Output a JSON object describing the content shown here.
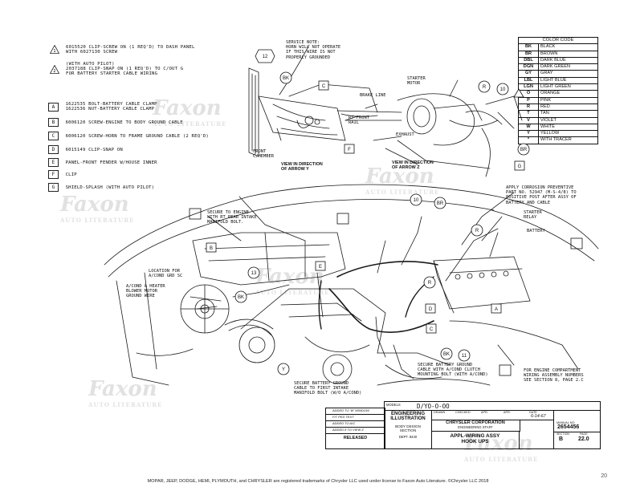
{
  "legend": [
    {
      "key": "1",
      "shape": "triangle",
      "lines": [
        "6015520 CLIP-SCREW ON (1 REQ'D) TO DASH PANEL",
        "WITH 6027130 SCREW"
      ]
    },
    {
      "key": "2",
      "shape": "triangle",
      "lines": [
        "(WITH AUTO PILOT)",
        "2037188 CLIP-SNAP ON (1 REQ'D) TO C/OUT G",
        "FOR BATTERY STARTER CABLE WIRING"
      ]
    },
    {
      "key": "A",
      "shape": "box",
      "lines": [
        "1622535 BOLT-BATTERY CABLE CLAMP",
        "1622536 NUT-BATTERY CABLE CLAMP"
      ]
    },
    {
      "key": "B",
      "shape": "box",
      "lines": [
        "6006120 SCREW-ENGINE TO BODY GROUND CABLE"
      ]
    },
    {
      "key": "C",
      "shape": "box",
      "lines": [
        "6006120 SCREW-HORN TO FRAME GROUND CABLE (2 REQ'D)"
      ]
    },
    {
      "key": "D",
      "shape": "box",
      "lines": [
        "6015149 CLIP-SNAP ON"
      ]
    },
    {
      "key": "E",
      "shape": "box",
      "lines": [
        "PANEL-FRONT FENDER W/HOUSE INNER"
      ]
    },
    {
      "key": "F",
      "shape": "box",
      "lines": [
        "CLIP"
      ]
    },
    {
      "key": "G",
      "shape": "box",
      "lines": [
        "SHIELD-SPLASH (WITH AUTO PILOT)"
      ]
    }
  ],
  "color_code": {
    "title": "COLOR CODE",
    "rows": [
      [
        "BK",
        "BLACK"
      ],
      [
        "BR",
        "BROWN"
      ],
      [
        "DBL",
        "DARK BLUE"
      ],
      [
        "DGN",
        "DARK GREEN"
      ],
      [
        "GY",
        "GRAY"
      ],
      [
        "LBL",
        "LIGHT BLUE"
      ],
      [
        "LGN",
        "LIGHT GREEN"
      ],
      [
        "O",
        "ORANGE"
      ],
      [
        "P",
        "PINK"
      ],
      [
        "R",
        "RED"
      ],
      [
        "T",
        "TAN"
      ],
      [
        "V",
        "VIOLET"
      ],
      [
        "W",
        "WHITE"
      ],
      [
        "Y",
        "YELLOW"
      ],
      [
        "*",
        "WITH TRACER"
      ]
    ]
  },
  "callouts": {
    "service_note": [
      "SERVICE NOTE:",
      "HORN WILL NOT OPERATE",
      "IF THIS WIRE IS NOT",
      "PROPERLY GROUNDED"
    ],
    "starter_motor": [
      "STARTER",
      "MOTOR"
    ],
    "brake_line": "BRAKE LINE",
    "rt_front_rail": [
      "RT FRONT",
      "RAIL"
    ],
    "exhaust": "EXHAUST",
    "front_cmember": [
      "FRONT",
      "C/MEMBER"
    ],
    "view_arrow_y": [
      "VIEW IN DIRECTION",
      "OF ARROW Y"
    ],
    "view_arrow_z": [
      "VIEW IN DIRECTION",
      "OF ARROW Z"
    ],
    "apply_corrosion": [
      "APPLY CORROSION PREVENTIVE",
      "PART NO. 52947 (M-S-4/8) TO",
      "POSITIVE POST AFTER ASSY OF",
      "BATTERY AND CABLE"
    ],
    "starter_relay": [
      "STARTER",
      "RELAY"
    ],
    "battery": "BATTERY",
    "secure_engine": [
      "SECURE TO ENGINE",
      "WITH RT REAR INTAKE",
      "MANIFOLD BOLT."
    ],
    "location_ac": [
      "LOCATION FOR",
      "A/COND GRD SC"
    ],
    "ac_heater": [
      "A/COND & HEATER",
      "BLOWER MOTOR",
      "GROUND WIRE"
    ],
    "secure_battery": [
      "SECURE BATTERY GROUND",
      "CABLE WITH A/COND CLUTCH",
      "MOUNTING BOLT (WITH A/COND)"
    ],
    "secure_battery2": [
      "SECURE BATTERY GROUND",
      "CABLE TO FIRST INTAKE",
      "MANIFOLD BOLT (W/O A/COND)"
    ],
    "engine_compartment": [
      "FOR ENGINE COMPARTMENT",
      "WIRING ASSEMBLY NUMBERS",
      "SEE SECTION 8, PAGE 2.C"
    ]
  },
  "circle_labels": {
    "bk": "BK",
    "r": "R",
    "br": "BR",
    "ten": "10",
    "eleven": "11",
    "twelve": "12",
    "thirteen": "13",
    "y": "Y"
  },
  "letter_labels": {
    "a": "A",
    "b": "B",
    "c": "C",
    "d": "D",
    "e": "E",
    "f": "F",
    "g": "G"
  },
  "title_block": {
    "model_label": "MODELS",
    "model": "D/YO-O-OO",
    "eng1": "ENGINEERING",
    "eng2": "ILLUSTRATION",
    "body": "BODY DESIGN",
    "section": "SECTION",
    "dept": "DEPT. 8440",
    "company": "CHRYSLER CORPORATION",
    "office": "ENGINEERING STAFF",
    "title1": "APPL-WIRING ASSY",
    "title2": "HOOK UPS",
    "drawn": "DRAWN",
    "checked": "CHECKED",
    "apr": "APR.",
    "date": "DATE",
    "date_val": "6-14-67",
    "manual": "MANUAL NO.",
    "manual_no": "2654456",
    "section_label": "SECTION",
    "page_label": "PAGE",
    "section_val": "B",
    "page_val": "22.0",
    "released": "RELEASED",
    "revisions": [
      "ADDED TO 'W' WINDOW",
      "F/T PED TEXT",
      "ADDED TO A/C",
      "ADDED 8 TO VIEW Z"
    ]
  },
  "footer": "MOPAR, JEEP, DODGE, HEMI, PLYMOUTH, and CHRYSLER are registered trademarks of Chrysler LLC used under license to Faxon Auto Literature. ©Chrysler LLC 2018",
  "page_number": "20",
  "watermark": {
    "brand": "Faxon",
    "sub": "AUTO LITERATURE"
  }
}
